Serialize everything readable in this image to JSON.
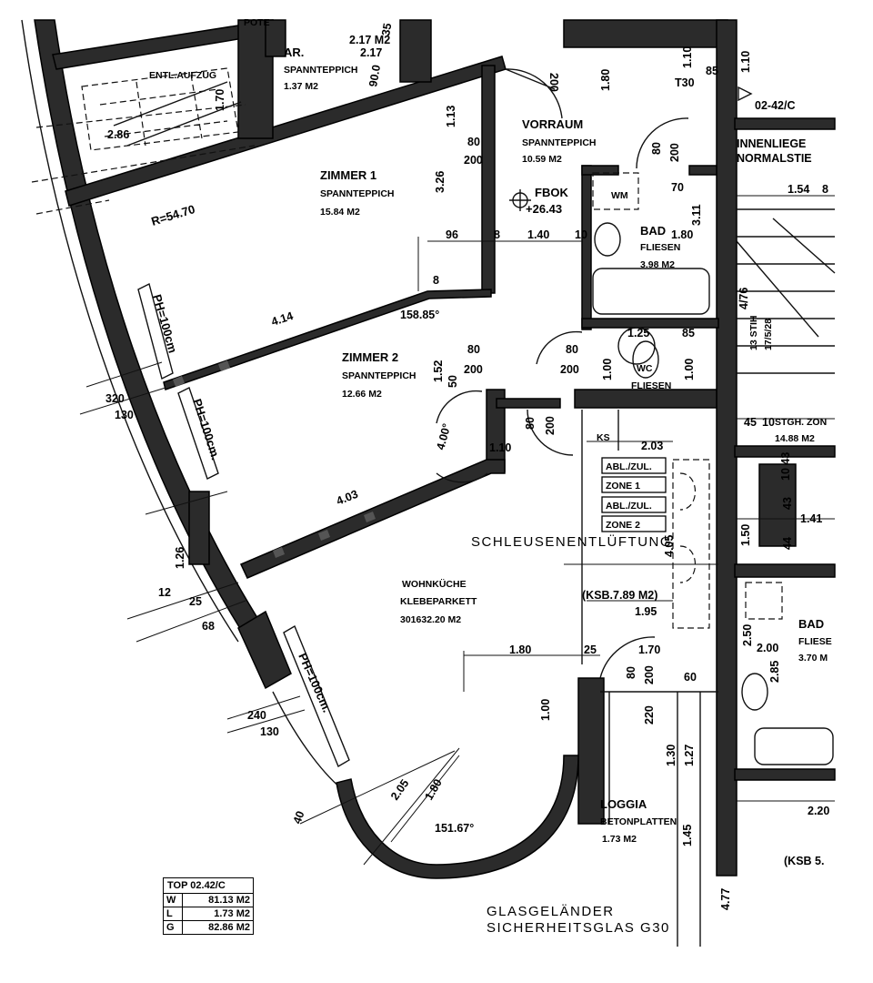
{
  "plan": {
    "rooms": {
      "ar": {
        "name": "AR.",
        "floor": "SPANNTEPPICH",
        "area": "2.17 M2",
        "small": "1.37 M2"
      },
      "lift": "ENTL.AUFZUG",
      "potent": "POTE",
      "zimmer1": {
        "name": "ZIMMER 1",
        "floor": "SPANNTEPPICH",
        "area": "15.84 M2"
      },
      "zimmer2": {
        "name": "ZIMMER 2",
        "floor": "SPANNTEPPICH",
        "area": "12.66 M2"
      },
      "vorraum": {
        "name": "VORRAUM",
        "floor": "SPANNTEPPICH",
        "area": "10.59 M2"
      },
      "bad": {
        "name": "BAD",
        "floor": "FLIESEN",
        "area": "3.98 M2"
      },
      "wc": {
        "name": "WC",
        "floor": "FLIESEN"
      },
      "wohnkueche": {
        "name": "WOHNKÜCHE",
        "floor": "KLEBEPARKETT",
        "area": "301632.20 M2"
      },
      "loggia": {
        "name": "LOGGIA",
        "floor": "BETONPLATTEN",
        "area": "1.73 M2"
      },
      "stiege": {
        "line1": "INNENLIEGE",
        "line2": "NORMALSTIE"
      },
      "stgh": {
        "name": "STGH. ZON",
        "area": "14.88 M2"
      },
      "bad2": {
        "name": "BAD",
        "floor": "FLIESE",
        "area": "3.70 M"
      }
    },
    "labels": {
      "fbok": "FBOK",
      "fbok_value": "+26.43",
      "radius": "R=54.70",
      "angle1": "158.85°",
      "angle2": "151.67°",
      "angle3": "4.00°",
      "ph1": "PH=100cm",
      "ph2": "PH=100cm.",
      "ph3": "PH=100cm.",
      "t30": "T30",
      "wm": "WM",
      "ks": "KS",
      "ksb": "(KSB.7.89 M2)",
      "ksb2": "(KSB 5.",
      "schleuse": "SCHLEUSENENTLÜFTUNG",
      "zone_boxes": [
        "ABL./ZUL.",
        "ZONE 1",
        "ABL./ZUL.",
        "ZONE 2"
      ],
      "top_id": "02-42/C",
      "stiege_dims": [
        "1.54",
        "8"
      ],
      "glas_line1": "GLASGELÄNDER",
      "glas_line2": "SICHERHEITSGLAS G30",
      "stih": "13 STIH",
      "stih2": "17/5/28"
    },
    "dimensions": {
      "d_2_17": "2.17",
      "d_35": "35",
      "d_90": "90.0",
      "d_200a": "200",
      "d_1_80": "1.80",
      "d_1_10": "1.10",
      "d_85": "85",
      "d_1_10b": "1.10",
      "d_1_13": "1.13",
      "d_2_86": "2.86",
      "d_1_70": "1.70",
      "d_80a": "80",
      "d_200b": "200",
      "d_3_26": "3.26",
      "d_80b": "80",
      "d_200c": "200",
      "d_70": "70",
      "d_3_11": "3.11",
      "d_96": "96",
      "d_8": "8",
      "d_1_40": "1.40",
      "d_10": "10",
      "d_1_80b": "1.80",
      "d_4_14": "4.14",
      "d_8b": "8",
      "d_80c": "80",
      "d_200d": "200",
      "d_1_52": "1.52",
      "d_50": "50",
      "d_80d": "80",
      "d_200e": "200",
      "d_1_25": "1.25",
      "d_85b": "85",
      "d_1_00": "1.00",
      "d_1_00b": "1.00",
      "d_4_03": "4.03",
      "d_80e": "80",
      "d_200f": "200",
      "d_1_10c": "1.10",
      "d_2_03": "2.03",
      "d_320": "320",
      "d_130": "130",
      "d_1_26": "1.26",
      "d_12": "12",
      "d_25": "25",
      "d_68": "68",
      "d_4_05": "4.05",
      "d_1_95": "1.95",
      "d_1_80c": "1.80",
      "d_25b": "25",
      "d_1_70b": "1.70",
      "d_80f": "80",
      "d_200g": "200",
      "d_220": "220",
      "d_1_00c": "1.00",
      "d_240": "240",
      "d_130b": "130",
      "d_2_05": "2.05",
      "d_1_80d": "1.80",
      "d_40": "40",
      "d_1_30": "1.30",
      "d_1_27": "1.27",
      "d_1_45": "1.45",
      "d_4_77": "4.77",
      "d_45": "45",
      "d_10b": "10",
      "d_4_76": "4/76",
      "d_1_41": "1.41",
      "d_43": "43",
      "d_10_43": "10 43",
      "d_44": "44",
      "d_1_50": "1.50",
      "d_2_50": "2.50",
      "d_2_00": "2.00",
      "d_2_85": "2.85",
      "d_2_20": "2.20",
      "d_60": "60"
    },
    "legend": {
      "title": "TOP 02.42/C",
      "rows": [
        {
          "code": "W",
          "value": "81.13 M2"
        },
        {
          "code": "L",
          "value": "1.73 M2"
        },
        {
          "code": "G",
          "value": "82.86 M2"
        }
      ]
    }
  }
}
